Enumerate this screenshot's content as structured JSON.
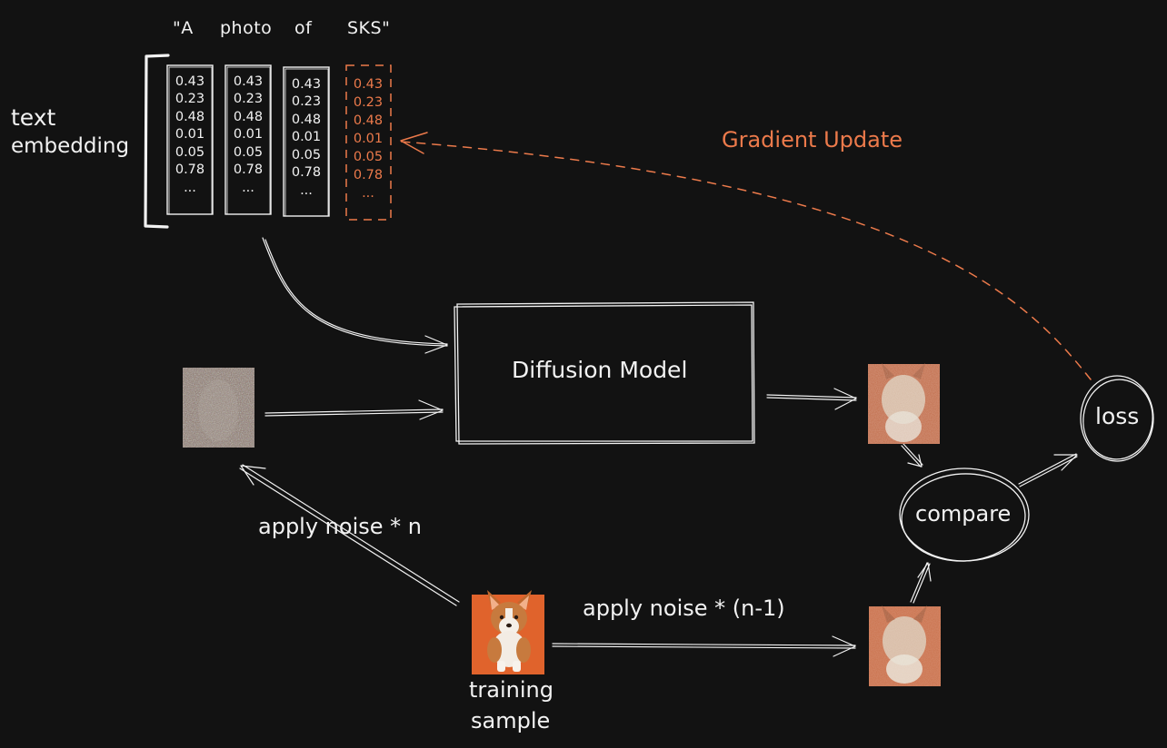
{
  "prompt_tokens": [
    "\"A",
    "photo",
    "of",
    "SKS\""
  ],
  "embedding": {
    "label_line1": "text",
    "label_line2": "embedding",
    "columns": [
      {
        "values": [
          "0.43",
          "0.23",
          "0.48",
          "0.01",
          "0.05",
          "0.78",
          "..."
        ],
        "highlight": false
      },
      {
        "values": [
          "0.43",
          "0.23",
          "0.48",
          "0.01",
          "0.05",
          "0.78",
          "..."
        ],
        "highlight": false
      },
      {
        "values": [
          "0.43",
          "0.23",
          "0.48",
          "0.01",
          "0.05",
          "0.78",
          "..."
        ],
        "highlight": false
      },
      {
        "values": [
          "0.43",
          "0.23",
          "0.48",
          "0.01",
          "0.05",
          "0.78",
          "..."
        ],
        "highlight": true
      }
    ]
  },
  "gradient_update": "Gradient Update",
  "diffusion_model": "Diffusion Model",
  "loss": "loss",
  "compare": "compare",
  "apply_noise_n": "apply noise * n",
  "apply_noise_n_minus_1": "apply noise * (n-1)",
  "training_sample_line1": "training",
  "training_sample_line2": "sample",
  "colors": {
    "background": "#121212",
    "stroke": "#f2f2f2",
    "accent": "#ec7a4b"
  }
}
